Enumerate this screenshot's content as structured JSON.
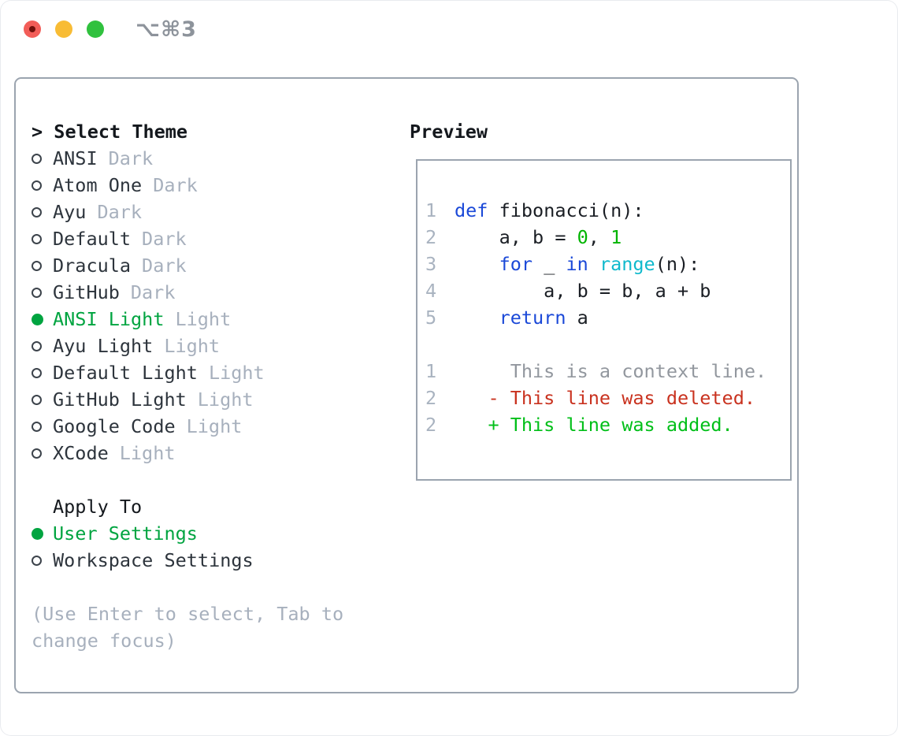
{
  "window": {
    "shortcut_label": "⌥⌘3"
  },
  "theme_selector": {
    "prompt_marker": "> ",
    "title": "Select Theme",
    "items": [
      {
        "name": "ANSI",
        "variant": "Dark",
        "selected": false
      },
      {
        "name": "Atom One",
        "variant": "Dark",
        "selected": false
      },
      {
        "name": "Ayu",
        "variant": "Dark",
        "selected": false
      },
      {
        "name": "Default",
        "variant": "Dark",
        "selected": false
      },
      {
        "name": "Dracula",
        "variant": "Dark",
        "selected": false
      },
      {
        "name": "GitHub",
        "variant": "Dark",
        "selected": false
      },
      {
        "name": "ANSI Light",
        "variant": "Light",
        "selected": true
      },
      {
        "name": "Ayu Light",
        "variant": "Light",
        "selected": false
      },
      {
        "name": "Default Light",
        "variant": "Light",
        "selected": false
      },
      {
        "name": "GitHub Light",
        "variant": "Light",
        "selected": false
      },
      {
        "name": "Google Code",
        "variant": "Light",
        "selected": false
      },
      {
        "name": "XCode",
        "variant": "Light",
        "selected": false
      }
    ]
  },
  "apply_to": {
    "title": "Apply To",
    "options": [
      {
        "label": "User Settings",
        "selected": true
      },
      {
        "label": "Workspace Settings",
        "selected": false
      }
    ]
  },
  "help_text": "(Use Enter to select, Tab to change focus)",
  "preview": {
    "title": "Preview",
    "code_lines": [
      {
        "number": "1",
        "segments": [
          {
            "text": "def",
            "color": "keyword"
          },
          {
            "text": " fibonacci(n):",
            "color": "plain"
          }
        ]
      },
      {
        "number": "2",
        "segments": [
          {
            "text": "    a, b = ",
            "color": "plain"
          },
          {
            "text": "0",
            "color": "number"
          },
          {
            "text": ", ",
            "color": "plain"
          },
          {
            "text": "1",
            "color": "number"
          }
        ]
      },
      {
        "number": "3",
        "segments": [
          {
            "text": "    ",
            "color": "plain"
          },
          {
            "text": "for",
            "color": "keyword"
          },
          {
            "text": " _ ",
            "color": "plain"
          },
          {
            "text": "in",
            "color": "keyword"
          },
          {
            "text": " ",
            "color": "plain"
          },
          {
            "text": "range",
            "color": "builtin"
          },
          {
            "text": "(n):",
            "color": "plain"
          }
        ]
      },
      {
        "number": "4",
        "segments": [
          {
            "text": "        a, b = b, a + b",
            "color": "plain"
          }
        ]
      },
      {
        "number": "5",
        "segments": [
          {
            "text": "    ",
            "color": "plain"
          },
          {
            "text": "return",
            "color": "keyword"
          },
          {
            "text": " a",
            "color": "plain"
          }
        ]
      }
    ],
    "diff_lines": [
      {
        "number": "1",
        "text": "     This is a context line.",
        "kind": "context"
      },
      {
        "number": "2",
        "text": "   - This line was deleted.",
        "kind": "deleted"
      },
      {
        "number": "2",
        "text": "   + This line was added.",
        "kind": "added"
      }
    ]
  },
  "colors": {
    "accent_green": "#00a440",
    "added_green": "#00bf18",
    "number_green": "#00b400",
    "keyword_blue": "#1b49d8",
    "builtin_cyan": "#0fb9cc",
    "deleted_red": "#c9321f",
    "text_dark": "#2d343c",
    "muted_gray": "#a7b0bd",
    "context_gray": "#92979e",
    "line_number_gray": "#a9b3c0",
    "border_gray": "#9ba4af",
    "traffic_red": "#f25d58",
    "traffic_yellow": "#f8bc35",
    "traffic_green": "#30c13e"
  }
}
